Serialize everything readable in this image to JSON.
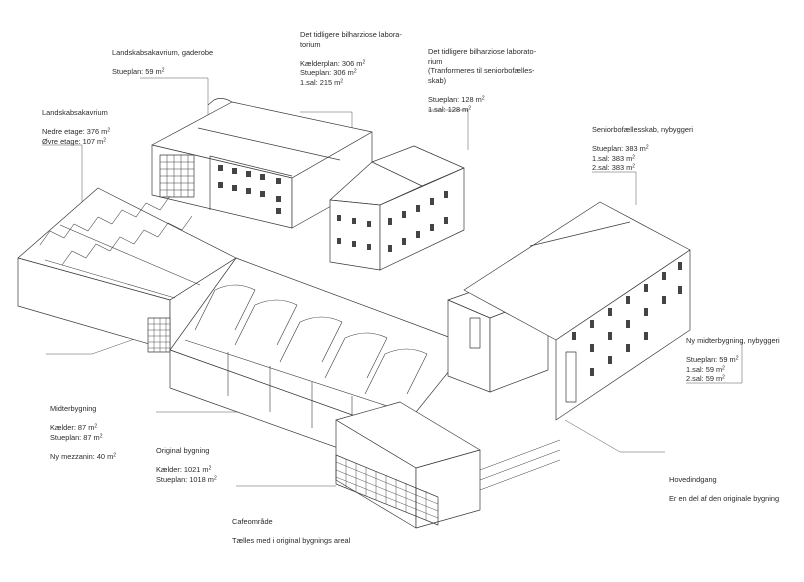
{
  "labels": {
    "landskab_gaderobe": {
      "title": [
        "Landskabsakavrium, gaderobe"
      ],
      "lines": [
        [
          "Stueplan: 59 m",
          "2"
        ]
      ]
    },
    "landskab": {
      "title": [
        "Landskabsakavrium"
      ],
      "lines": [
        [
          "Nedre etage: 376 m",
          "2"
        ],
        [
          "Øvre etage: 107 m",
          "2"
        ]
      ]
    },
    "lab1": {
      "title": [
        "Det tidligere bilharziose labora-",
        "torium"
      ],
      "lines": [
        [
          "Kælderplan: 306 m",
          "2"
        ],
        [
          "Stueplan: 306 m",
          "2"
        ],
        [
          "1.sal: 215 m",
          "2"
        ]
      ]
    },
    "lab2": {
      "title": [
        "Det tidligere bilharziose laborato-",
        "rium",
        "(Tranformeres til seniorbofælles-",
        "skab)"
      ],
      "lines": [
        [
          "Stueplan: 128 m",
          "2"
        ],
        [
          "1.sal: 128 m",
          "2"
        ]
      ]
    },
    "senior": {
      "title": [
        "Seniorbofællesskab, nybyggeri"
      ],
      "lines": [
        [
          "Stueplan: 383 m",
          "2"
        ],
        [
          "1.sal: 383 m",
          "2"
        ],
        [
          "2.sal: 383 m",
          "2"
        ]
      ]
    },
    "ny_midter": {
      "title": [
        "Ny midterbygning, nybyggeri"
      ],
      "lines": [
        [
          "Stueplan: 59 m",
          "2"
        ],
        [
          "1.sal: 59 m",
          "2"
        ],
        [
          "2.sal: 59 m",
          "2"
        ]
      ]
    },
    "midter": {
      "title": [
        "Midterbygning"
      ],
      "lines": [
        [
          "Kælder: 87 m",
          "2"
        ],
        [
          "Stueplan: 87 m",
          "2"
        ],
        null,
        [
          "Ny mezzanin: 40 m",
          "2"
        ]
      ]
    },
    "original": {
      "title": [
        "Original bygning"
      ],
      "lines": [
        [
          "Kælder: 1021 m",
          "2"
        ],
        [
          "Stueplan: 1018 m",
          "2"
        ]
      ]
    },
    "hovedindgang": {
      "title": [
        "Hovedindgang"
      ],
      "lines": [
        [
          "Er en del af den originale bygning",
          ""
        ]
      ]
    },
    "cafe": {
      "title": [
        "Cafeområde"
      ],
      "lines": [
        [
          "Tælles med i original bygnings areal",
          ""
        ]
      ]
    }
  }
}
